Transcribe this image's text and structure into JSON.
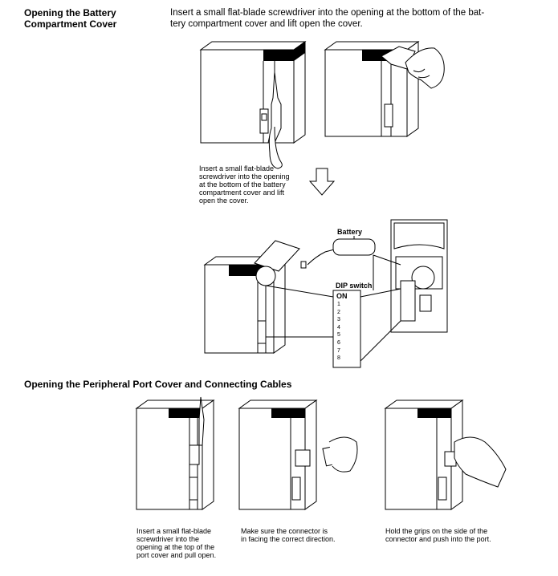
{
  "section1": {
    "heading_line1": "Opening the Battery",
    "heading_line2": "Compartment Cover",
    "intro_line1": "Insert a small flat-blade screwdriver into the opening at the bottom of the bat-",
    "intro_line2": "tery compartment cover and lift open the cover.",
    "step_caption": [
      "Insert a small flat-blade",
      "screwdriver into the opening",
      "at the bottom of the battery",
      "compartment cover and lift",
      "open the cover."
    ],
    "battery_label": "Battery",
    "dip_switch_label": "DIP switch",
    "dip_on_label": "ON",
    "dip_numbers": [
      "1",
      "2",
      "3",
      "4",
      "5",
      "6",
      "7",
      "8"
    ]
  },
  "section2": {
    "heading": "Opening the Peripheral Port Cover and Connecting Cables",
    "caption1": [
      "Insert a small flat-blade",
      "screwdriver into the",
      "opening at the top of the",
      "port cover and pull open."
    ],
    "caption2": [
      "Make sure the connector is",
      "in facing the correct direction."
    ],
    "caption3": [
      "Hold the grips on the side of the",
      "connector and push into the port."
    ]
  }
}
